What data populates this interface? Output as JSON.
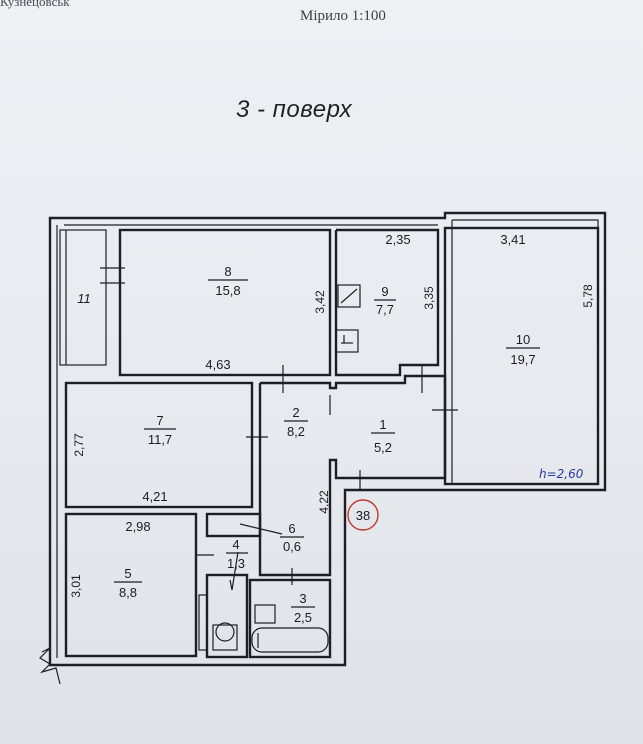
{
  "header": {
    "top_cut_text": "Кузнецовськ",
    "scale": "Мірило 1:100",
    "floor_title": "3 - поверх"
  },
  "rooms": [
    {
      "id": "room-1",
      "number": "1",
      "area": "5,2"
    },
    {
      "id": "room-2",
      "number": "2",
      "area": "8,2"
    },
    {
      "id": "room-3",
      "number": "3",
      "area": "2,5"
    },
    {
      "id": "room-4",
      "number": "4",
      "area": "1,3"
    },
    {
      "id": "room-5",
      "number": "5",
      "area": "8,8"
    },
    {
      "id": "room-6",
      "number": "6",
      "area": "0,6"
    },
    {
      "id": "room-7",
      "number": "7",
      "area": "11,7"
    },
    {
      "id": "room-8",
      "number": "8",
      "area": "15,8"
    },
    {
      "id": "room-9",
      "number": "9",
      "area": "7,7"
    },
    {
      "id": "room-10",
      "number": "10",
      "area": "19,7"
    }
  ],
  "dimensions": {
    "d_235": "2,35",
    "d_341": "3,41",
    "d_342": "3,42",
    "d_335": "3,35",
    "d_578": "5,78",
    "d_463": "4,63",
    "d_277": "2,77",
    "d_421": "4,21",
    "d_298": "2,98",
    "d_422": "4,22",
    "d_301": "3,01"
  },
  "annotations": {
    "balcony_mark": "11",
    "apartment_number": "38",
    "ceiling_height": "h=2,60"
  }
}
